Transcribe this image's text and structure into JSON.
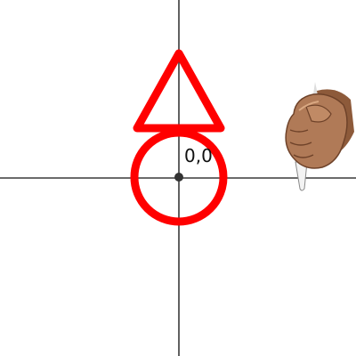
{
  "canvas": {
    "background": "#ffffff",
    "axis_color": "#3a3a3a",
    "shape_color": "#ff0000"
  },
  "origin": {
    "label": "0,0"
  },
  "sprites": [
    {
      "name": "triangle",
      "shape": "triangle-outline",
      "color": "#ff0000"
    },
    {
      "name": "circle",
      "shape": "circle-outline",
      "color": "#ff0000"
    },
    {
      "name": "hand",
      "icon": "hand-holding-chalk-icon"
    }
  ]
}
